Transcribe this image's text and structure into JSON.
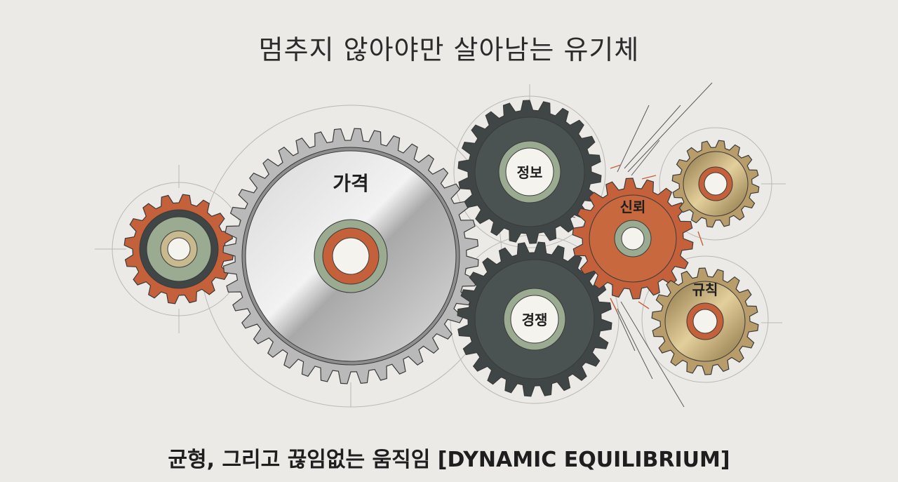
{
  "title": "멈추지 않아야만 살아남는 유기체",
  "subtitle": "균형, 그리고 끊임없는 움직임 [DYNAMIC EQUILIBRIUM]",
  "gears": {
    "price": "가격",
    "info": "정보",
    "competition": "경쟁",
    "trust": "신뢰",
    "rules": "규칙"
  },
  "colors": {
    "background": "#ebeae6",
    "steel": "#b9b9b9",
    "dark_gear": "#3f4645",
    "rust": "#c5613a",
    "brass": "#b89c6a",
    "hub_green": "#9aab92"
  }
}
